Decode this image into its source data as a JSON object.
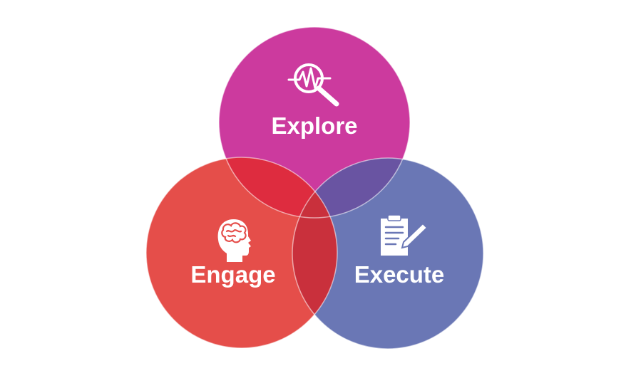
{
  "diagram": {
    "type": "venn-3",
    "circles": [
      {
        "id": "explore",
        "label": "Explore",
        "icon": "magnifier-waveform-icon",
        "color": "#cc3a9e"
      },
      {
        "id": "engage",
        "label": "Engage",
        "icon": "head-brain-icon",
        "color": "#e54e4a"
      },
      {
        "id": "execute",
        "label": "Execute",
        "icon": "clipboard-pen-icon",
        "color": "#6a77b5"
      }
    ],
    "overlap_colors": {
      "explore_engage": "#de2c3f",
      "explore_execute": "#6954a2",
      "engage_execute": "#c9303c"
    }
  }
}
